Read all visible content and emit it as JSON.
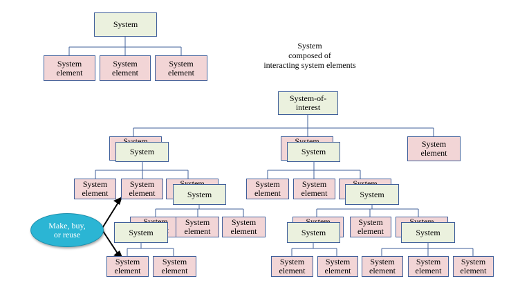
{
  "labels": {
    "system": "System",
    "system_element": "System\nelement",
    "system_of_interest": "System-of-\ninterest",
    "caption": "System\ncomposed of\ninteracting system elements",
    "make_buy_reuse": "Make, buy,\nor reuse"
  },
  "colors": {
    "system_fill": "#ebf1de",
    "element_fill": "#f2d5d6",
    "outline": "#3f5f9a",
    "oval_fill": "#2bb5d4"
  }
}
